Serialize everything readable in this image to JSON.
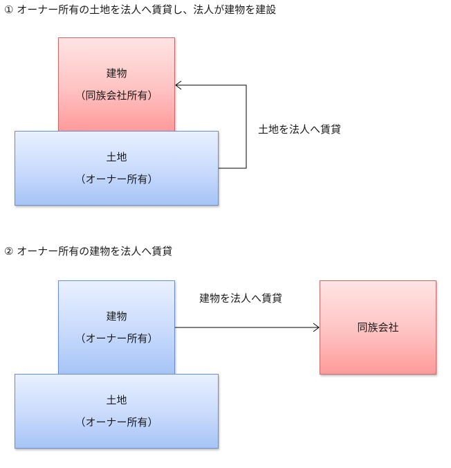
{
  "section1": {
    "heading": "① オーナー所有の土地を法人へ賃貸し、法人が建物を建設",
    "building": {
      "name": "建物",
      "owner": "（同族会社所有）"
    },
    "land": {
      "name": "土地",
      "owner": "（オーナー所有）"
    },
    "arrow_label": "土地を法人へ賃貸"
  },
  "section2": {
    "heading": "② オーナー所有の建物を法人へ賃貸",
    "building": {
      "name": "建物",
      "owner": "（オーナー所有）"
    },
    "land": {
      "name": "土地",
      "owner": "（オーナー所有）"
    },
    "company": {
      "name": "同族会社"
    },
    "arrow_label": "建物を法人へ賃貸"
  },
  "colors": {
    "blue_fill": "#c8dafc",
    "blue_border": "#6a8fcf",
    "red_fill": "#ffc2c2",
    "red_border": "#c56a6a",
    "arrow": "#000000"
  }
}
